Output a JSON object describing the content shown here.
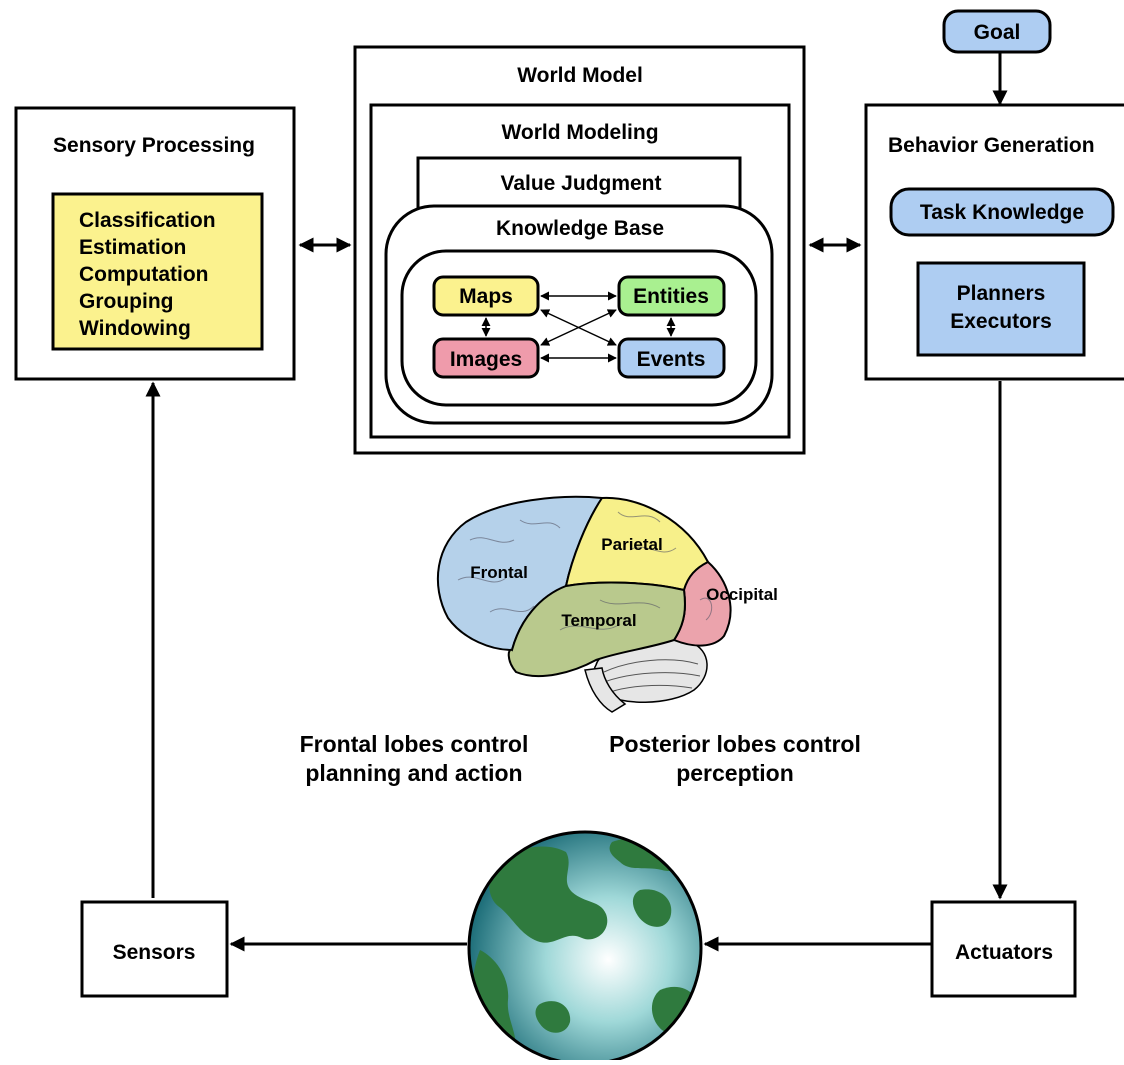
{
  "goal": {
    "label": "Goal",
    "color": "#aecdf2"
  },
  "sensory_processing": {
    "title": "Sensory Processing",
    "functions": [
      "Classification",
      "Estimation",
      "Computation",
      "Grouping",
      "Windowing"
    ],
    "functions_color": "#fbf28e"
  },
  "world_model": {
    "title": "World Model",
    "world_modeling": "World Modeling",
    "value_judgment": "Value Judgment",
    "knowledge_base": "Knowledge Base",
    "maps": {
      "label": "Maps",
      "color": "#fbf28e"
    },
    "entities": {
      "label": "Entities",
      "color": "#a9f090"
    },
    "images": {
      "label": "Images",
      "color": "#ef9bab"
    },
    "events": {
      "label": "Events",
      "color": "#aecdf2"
    }
  },
  "behavior_generation": {
    "title": "Behavior Generation",
    "task_knowledge": "Task Knowledge",
    "planners": "Planners",
    "executors": "Executors",
    "color": "#aecdf2"
  },
  "brain": {
    "frontal": "Frontal",
    "parietal": "Parietal",
    "occipital": "Occipital",
    "temporal": "Temporal",
    "colors": {
      "frontal": "#b5d1ea",
      "parietal": "#f7f08a",
      "occipital": "#eba3ac",
      "temporal": "#b9c98d",
      "cerebellum": "#e6e6e6"
    }
  },
  "captions": {
    "frontal_line1": "Frontal lobes control",
    "frontal_line2": "planning and action",
    "posterior_line1": "Posterior lobes control",
    "posterior_line2": "perception"
  },
  "sensors": {
    "label": "Sensors"
  },
  "actuators": {
    "label": "Actuators"
  },
  "globe": {
    "ocean": "#2e8f9a",
    "land": "#2f7a3e"
  }
}
